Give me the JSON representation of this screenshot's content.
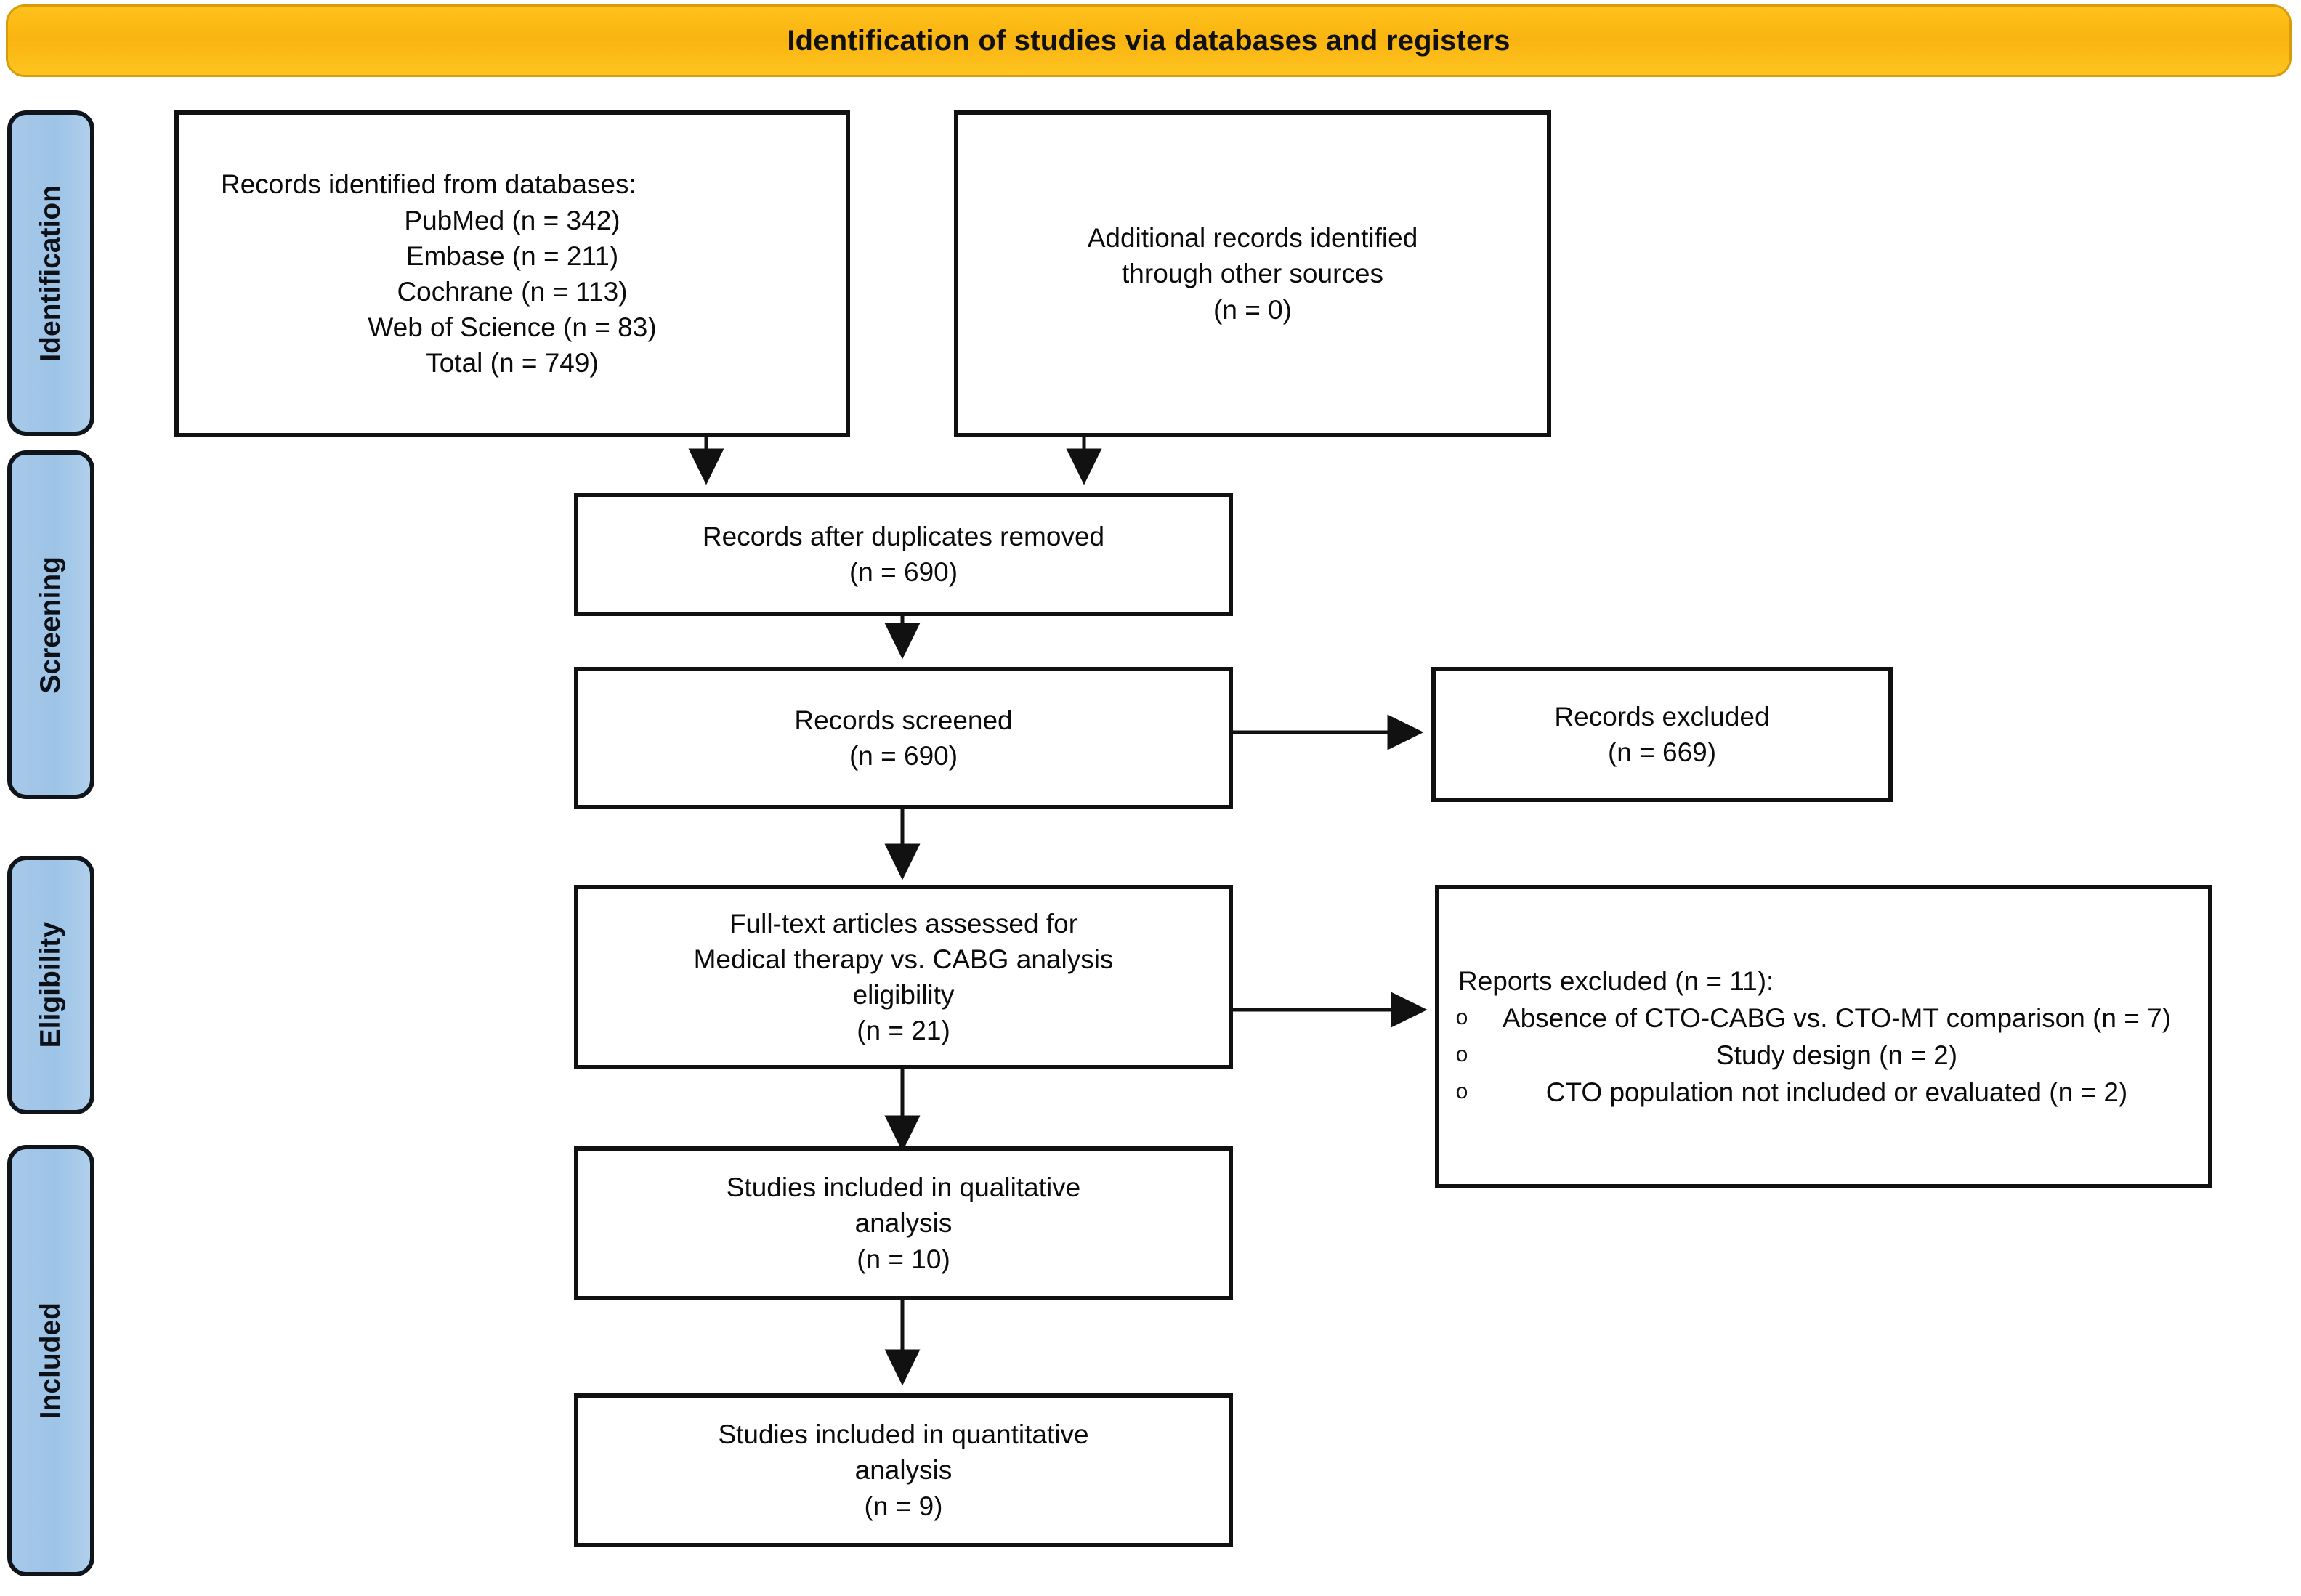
{
  "banner": {
    "title": "Identification of studies via databases and registers",
    "color": "#F9B411"
  },
  "stages": [
    {
      "label": "Identification",
      "color": "#9DC3E6"
    },
    {
      "label": "Screening",
      "color": "#9DC3E6"
    },
    {
      "label": "Eligibility",
      "color": "#9DC3E6"
    },
    {
      "label": "Included",
      "color": "#9DC3E6"
    }
  ],
  "boxes": {
    "records_identified": {
      "heading": "Records identified from databases:",
      "lines": [
        "PubMed (n = 342)",
        "Embase (n = 211)",
        "Cochrane (n = 113)",
        "Web of Science (n = 83)",
        "Total (n = 749)"
      ]
    },
    "additional_records": {
      "line1": "Additional records identified",
      "line2": "through other sources",
      "line3": "(n = 0)"
    },
    "duplicates_removed": {
      "line1": "Records after duplicates removed",
      "line2": "(n = 690)"
    },
    "records_screened": {
      "line1": "Records screened",
      "line2": "(n = 690)"
    },
    "records_excluded": {
      "line1": "Records excluded",
      "line2": "(n = 669)"
    },
    "fulltext_assessed": {
      "line1": "Full-text articles assessed for",
      "line2": "Medical therapy vs. CABG analysis",
      "line3": "eligibility",
      "line4": "(n = 21)"
    },
    "reports_excluded": {
      "heading": "Reports excluded (n = 11):",
      "bullet_glyph": "o",
      "items": [
        "Absence of CTO-CABG vs. CTO-MT comparison (n = 7)",
        "Study design (n = 2)",
        "CTO population not included or evaluated (n = 2)"
      ]
    },
    "qualitative": {
      "line1": "Studies included in qualitative",
      "line2": "analysis",
      "line3": "(n = 10)"
    },
    "quantitative": {
      "line1": "Studies included in quantitative",
      "line2": "analysis",
      "line3": "(n = 9)"
    }
  }
}
